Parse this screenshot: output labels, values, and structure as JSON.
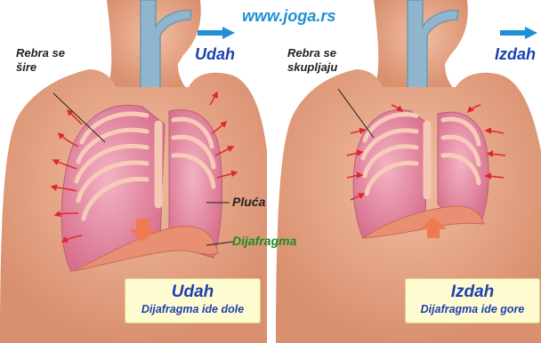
{
  "site": "www.joga.rs",
  "colors": {
    "skin": "#e7a98a",
    "lung": "#e792a8",
    "rib": "#f7cbb8",
    "arrow_red": "#e0262b",
    "arrow_blue": "#1f8fd6",
    "text_blue": "#1d3fb0",
    "text_green": "#1e8a1e",
    "box": "#fffbd0"
  },
  "left_panel": {
    "phase": "Udah",
    "ribs_label_line1": "Rebra se",
    "ribs_label_line2": "šire",
    "lungs_label": "Pluća",
    "diaphragm_label": "Dijafragma",
    "box_title": "Udah",
    "box_text": "Dijafragma ide dole"
  },
  "right_panel": {
    "phase": "Izdah",
    "ribs_label_line1": "Rebra se",
    "ribs_label_line2": "skupljaju",
    "box_title": "Izdah",
    "box_text": "Dijafragma ide gore"
  }
}
